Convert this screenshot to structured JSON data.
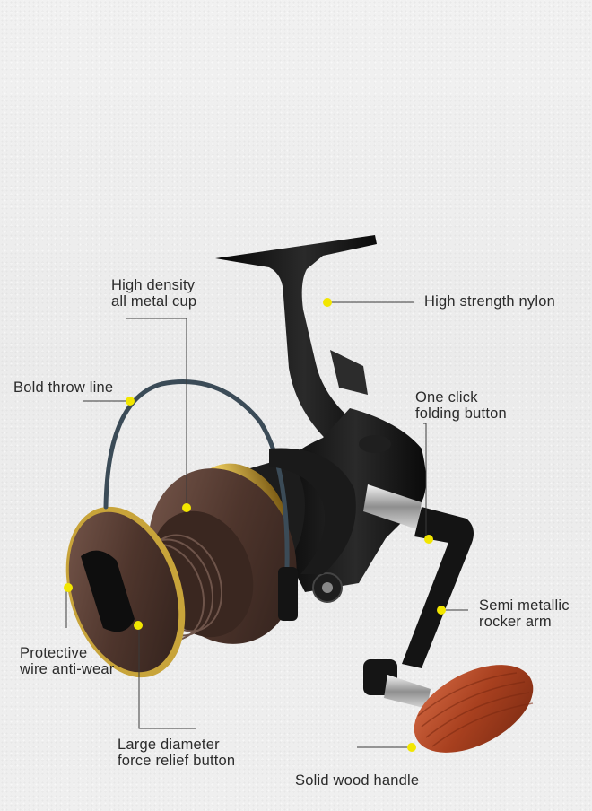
{
  "callouts": {
    "high_density": [
      "High density",
      "all metal cup"
    ],
    "high_strength": [
      "High strength nylon"
    ],
    "bold_throw": [
      "Bold throw line"
    ],
    "one_click": [
      "One click",
      "folding button"
    ],
    "semi_metallic": [
      "Semi metallic",
      "rocker arm"
    ],
    "protective": [
      "Protective",
      "wire anti-wear"
    ],
    "large_diameter": [
      "Large diameter",
      "force relief button"
    ],
    "solid_wood": [
      "Solid wood handle"
    ]
  },
  "colors": {
    "marker": "#f2e600",
    "leader_line": "#3a3a3a",
    "reel_body": "#141414",
    "spool": "#5a3f35",
    "gold_trim": "#c8a43a",
    "wood": "#b2492a"
  }
}
